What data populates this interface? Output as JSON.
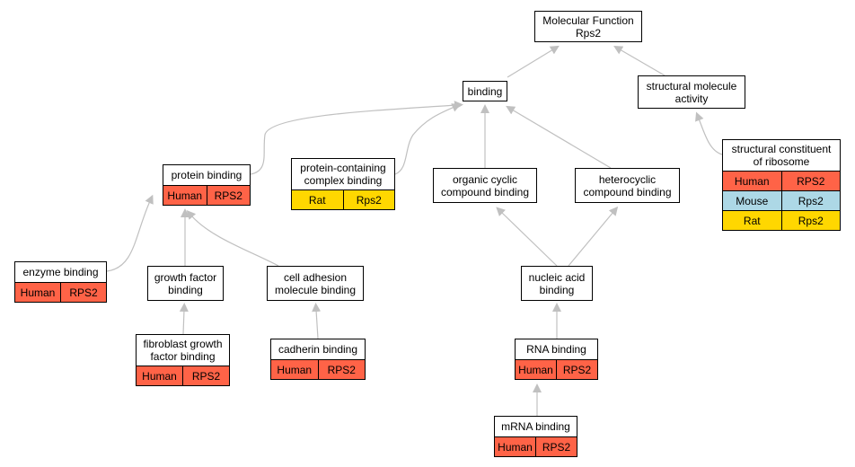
{
  "colors": {
    "Human": "#ff6347",
    "Mouse": "#add8e6",
    "Rat": "#ffd700",
    "edge": "#c0c0c0"
  },
  "nodes": {
    "mf": {
      "title": "Molecular Function\nRps2",
      "rows": []
    },
    "binding": {
      "title": "binding",
      "rows": []
    },
    "structural_molecule_activity": {
      "title": "structural molecule\nactivity",
      "rows": []
    },
    "protein_binding": {
      "title": "protein binding",
      "rows": [
        {
          "species": "Human",
          "gene": "RPS2"
        }
      ]
    },
    "protein_containing_complex_binding": {
      "title": "protein-containing\ncomplex binding",
      "rows": [
        {
          "species": "Rat",
          "gene": "Rps2"
        }
      ]
    },
    "organic_cyclic_compound_binding": {
      "title": "organic cyclic\ncompound binding",
      "rows": []
    },
    "heterocyclic_compound_binding": {
      "title": "heterocyclic\ncompound binding",
      "rows": []
    },
    "structural_constituent_of_ribosome": {
      "title": "structural constituent\nof ribosome",
      "rows": [
        {
          "species": "Human",
          "gene": "RPS2"
        },
        {
          "species": "Mouse",
          "gene": "Rps2"
        },
        {
          "species": "Rat",
          "gene": "Rps2"
        }
      ]
    },
    "enzyme_binding": {
      "title": "enzyme binding",
      "rows": [
        {
          "species": "Human",
          "gene": "RPS2"
        }
      ]
    },
    "growth_factor_binding": {
      "title": "growth factor\nbinding",
      "rows": []
    },
    "cell_adhesion_molecule_binding": {
      "title": "cell adhesion\nmolecule binding",
      "rows": []
    },
    "nucleic_acid_binding": {
      "title": "nucleic acid\nbinding",
      "rows": []
    },
    "fibroblast_growth_factor_binding": {
      "title": "fibroblast growth\nfactor binding",
      "rows": [
        {
          "species": "Human",
          "gene": "RPS2"
        }
      ]
    },
    "cadherin_binding": {
      "title": "cadherin binding",
      "rows": [
        {
          "species": "Human",
          "gene": "RPS2"
        }
      ]
    },
    "rna_binding": {
      "title": "RNA binding",
      "rows": [
        {
          "species": "Human",
          "gene": "RPS2"
        }
      ]
    },
    "mrna_binding": {
      "title": "mRNA binding",
      "rows": [
        {
          "species": "Human",
          "gene": "RPS2"
        }
      ]
    }
  },
  "edges": [
    {
      "from": "binding",
      "to": "mf"
    },
    {
      "from": "structural_molecule_activity",
      "to": "mf"
    },
    {
      "from": "protein_binding",
      "to": "binding"
    },
    {
      "from": "protein_containing_complex_binding",
      "to": "binding"
    },
    {
      "from": "organic_cyclic_compound_binding",
      "to": "binding"
    },
    {
      "from": "heterocyclic_compound_binding",
      "to": "binding"
    },
    {
      "from": "structural_constituent_of_ribosome",
      "to": "structural_molecule_activity"
    },
    {
      "from": "enzyme_binding",
      "to": "protein_binding"
    },
    {
      "from": "growth_factor_binding",
      "to": "protein_binding"
    },
    {
      "from": "cell_adhesion_molecule_binding",
      "to": "protein_binding"
    },
    {
      "from": "nucleic_acid_binding",
      "to": "organic_cyclic_compound_binding"
    },
    {
      "from": "nucleic_acid_binding",
      "to": "heterocyclic_compound_binding"
    },
    {
      "from": "fibroblast_growth_factor_binding",
      "to": "growth_factor_binding"
    },
    {
      "from": "cadherin_binding",
      "to": "cell_adhesion_molecule_binding"
    },
    {
      "from": "rna_binding",
      "to": "nucleic_acid_binding"
    },
    {
      "from": "mrna_binding",
      "to": "rna_binding"
    }
  ]
}
